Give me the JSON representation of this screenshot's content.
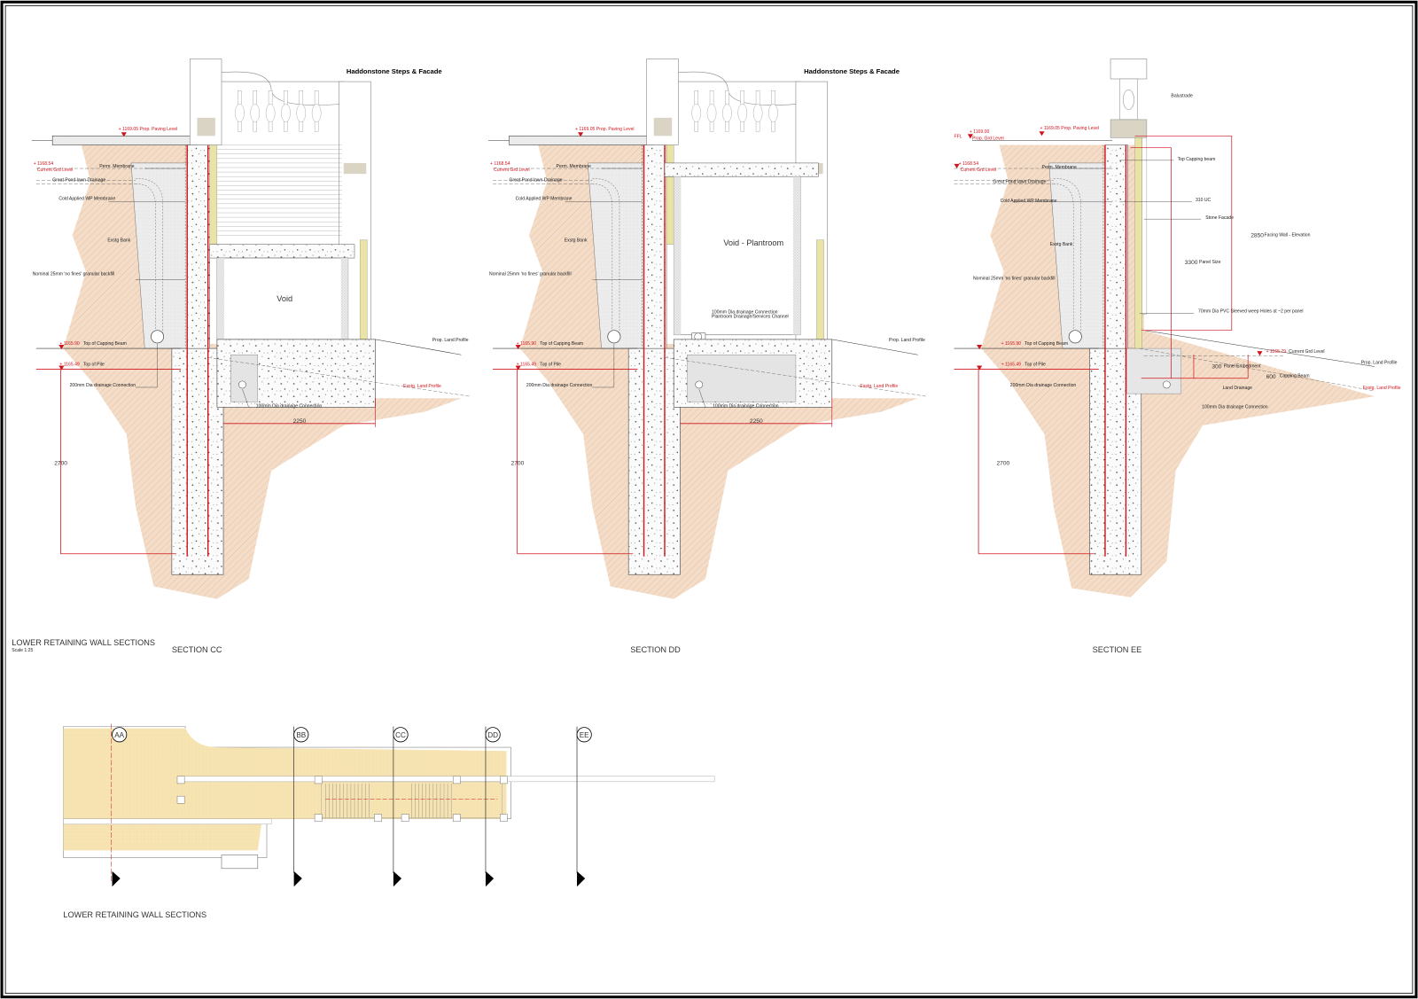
{
  "drawing_title": "LOWER RETAINING WALL SECTIONS",
  "scale": "Scale 1:25",
  "plan_title": "LOWER RETAINING WALL SECTIONS",
  "grid_markers": [
    "AA",
    "BB",
    "CC",
    "DD",
    "EE"
  ],
  "colors": {
    "soil": "#f3dcc8",
    "soil_hatch": "#e6b690",
    "dimension": "#d0141c",
    "plan_fill": "#f7e4b3",
    "facade": "#e9e3a6",
    "stone": "#d9d4c4"
  },
  "sections": {
    "cc": {
      "title": "SECTION CC",
      "header": "Haddonstone Steps & Facade",
      "void": "Void",
      "labels": [
        "+ 1169.05  Prop. Paving Level",
        "+ 1168.54",
        "Current Grd Level",
        "Perm. Membrane",
        "Great Pond lawn Drainage",
        "Cold Applied WP Membrane",
        "Exstg Bank",
        "Nominal 25mm 'no fines' granular backfill",
        "+ 1165.90",
        "Top of Capping Beam",
        "+ 1165.49",
        "Top of Pile",
        "200mm Dia drainage Connection",
        "Prop. Land Profile",
        "Exstg. Land Profile",
        "100mm Dia drainage Connection",
        "2250",
        "2700"
      ]
    },
    "dd": {
      "title": "SECTION DD",
      "header": "Haddonstone Steps & Facade",
      "void": "Void - Plantroom",
      "labels": [
        "+ 1169.05  Prop. Paving Level",
        "+ 1168.54",
        "Current Grd Level",
        "Perm. Membrane",
        "Great Pond lawn Drainage",
        "Cold Applied WP Membrane",
        "Exstg Bank",
        "Nominal 25mm 'no fines' granular backfill",
        "+ 1165.90",
        "Top of Capping Beam",
        "+ 1165.49",
        "Top of Pile",
        "200mm Dia drainage Connection",
        "Prop. Land Profile",
        "Exstg. Land Profile",
        "100mm Dia drainage Connection",
        "2250",
        "2700",
        "100mm Dia drainage Connection",
        "Plantroom Drainage/Services Channel"
      ]
    },
    "ee": {
      "title": "SECTION EE",
      "labels": [
        "Balustrade",
        "FFL",
        "+ 1169.00",
        "Prop. Grd Level",
        "+ 1169.05  Prop. Paving Level",
        "+ 1168.54",
        "Current Grd Level",
        "Perm. Membrane",
        "Great Pond lawn Drainage",
        "Top Capping beam",
        "Cold Applied WP Membrane",
        "310 UC",
        "Stone Facade",
        "2850",
        "Facing Wall - Elevation",
        "Exstg Bank",
        "3300",
        "Panel Size",
        "Nominal 25mm 'no fines' granular backfill",
        "70mm Dia PVC Sleeved weep Holes at ~2 per panel",
        "+ 1165.90",
        "Top of Capping Beam",
        "+ 1165.79",
        "Current Grd Level",
        "Prop. Land Profile",
        "+ 1165.49",
        "Top of Pile",
        "300",
        "Panel Embedment",
        "600",
        "Capping Beam",
        "Land Drainage",
        "200mm Dia drainage Connection",
        "Exstg. Land Profile",
        "100mm Dia drainage Connection",
        "2700"
      ]
    }
  }
}
